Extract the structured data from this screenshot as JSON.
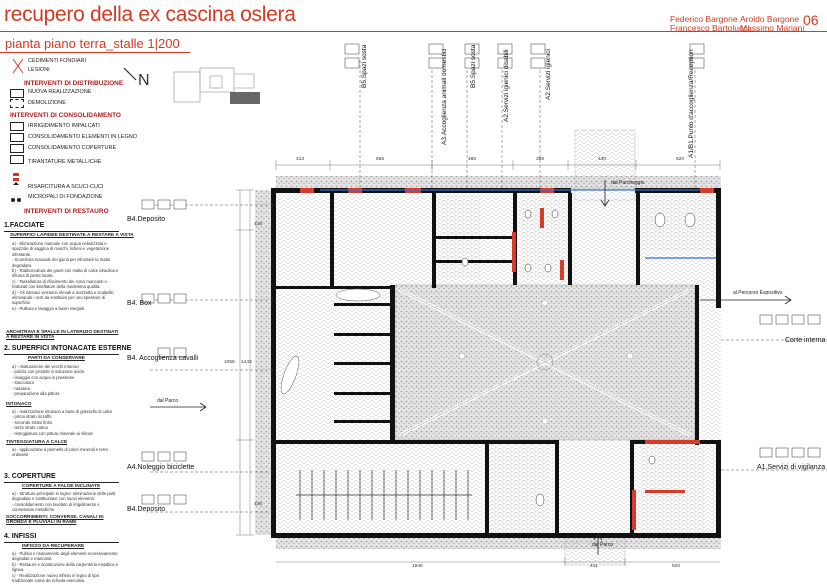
{
  "header": {
    "title": "recupero della ex cascina oslera",
    "subtitle": "pianta piano terra_stalle 1|200",
    "authors_left": [
      "Federico Bargone",
      "Francesco Bartolucci"
    ],
    "authors_right": [
      "Aroldo Bargone",
      "Massimo Mariani"
    ],
    "page_number": "06"
  },
  "legend": {
    "items_top": [
      "CEDIMENTI FONDIARI",
      "LESIONI"
    ],
    "distribuzione": {
      "heading": "INTERVENTI DI DISTRIBUZIONE",
      "items": [
        "NUOVA REALIZZAZIONE",
        "DEMOLIZIONE"
      ]
    },
    "consolidamento": {
      "heading": "INTERVENTI DI CONSOLIDAMENTO",
      "items": [
        "IRRIGIDIMENTO IMPALCATI",
        "CONSOLIDAMENTO ELEMENTI IN LEGNO",
        "CONSOLIDAMENTO COPERTURE",
        "TIRANTATURE METALLICHE",
        "RISARCITURA A SCUCI-CUCI",
        "MICROPALI DI FONDAZIONE"
      ]
    },
    "restauro_heading": "INTERVENTI DI RESTAURO"
  },
  "north_label": "N",
  "sections": [
    {
      "title": "1.FACCIATE",
      "subs": [
        "SUPERFICI LAPIDEE DESTINATE A RESTARE A VISTA",
        "ARCHITRAVI E SPALLE IN LATERIZIO DESTINATI A RESTARE IN VISTA"
      ],
      "text": [
        "a) - Eliminazione manuale con acqua nebulizzata e spazzole di saggina di muschi, licheni e vegetazione infestante.",
        "- Scarnitura manuale dei giunti per eliminare la malta degradata.",
        "b) - Rabboccatura dei giunti con malta di calce idraulica e rifiuma di pietra locale.",
        "c) - Tassellatura di rifacimento dei conci mancanti o fratturati con listellature della medesima qualità.",
        "d) - Gli intonaci verranno rilevati a mazzetta e scalpello eliminando i resti da sostituire per uno spessore di superficie.",
        "e) - Pulitura e lavaggio a lavori eseguiti"
      ]
    },
    {
      "title": "2. SUPERFICI INTONACATE ESTERNE",
      "subs": [
        "PARTI DA CONSERVARE",
        "INTONACO",
        "TINTEGGIATURA A CALCE"
      ],
      "text": [
        "a) - risaturazione dei vecchi intonaci",
        "- pulizia con prodotti in soluzione acida",
        "- lavaggio con acqua in pressione",
        "- stuccatura",
        "- rasatura",
        "- preparazione alla pittura",
        "a) - realizzazione intonaco a base di grassello di calce",
        "- primo strato rinzaffo",
        "- secondo strato finito",
        "- terzo strato cutina",
        "- tinteggiatura con pittura minerale ai silicati",
        "a) - applicazione a pennello di colori minerali e terre ordinarie"
      ]
    },
    {
      "title": "3. COPERTURE",
      "subs": [
        "COPERTURE A FALDE INCLINATE",
        "SOCCORRIMENTI: CONVERSE, CANALI DI GRONDA E PLUVIALI IN RAME"
      ],
      "text": [
        "a) - Struttura principale in legno: eliminazione delle parti degradate e sostituzione con nuovi elementi.",
        "- consolidamento con tavolato di irrigidimento e connessioni metalliche."
      ]
    },
    {
      "title": "4. INFISSI",
      "subs": [
        "INFISSO DA RECUPERARE"
      ],
      "text": [
        "a) - Pulizia e risanamento degli elementi eccessivamente degradati e mancanti.",
        "b) - Restauro e ricostruzione della carpenteria metallica e lignea.",
        "c) - Realizzazione nuovo infisso in legno di tipo tradizionale come da scheda esecutiva"
      ]
    }
  ],
  "plan": {
    "vertical_labels": [
      "B5.Spazi sosta",
      "A3.Accoglienza animali domestici",
      "B5.Spazi sosta",
      "A2.Servizi igienici disabili",
      "A2.Servizi igienici",
      "A1/B1.Punto d'accoglienza/Reception"
    ],
    "room_labels": [
      "B4.Deposito",
      "B4. Box",
      "B4. Accoglienza cavalli",
      "A4.Noleggio biciclette",
      "B4.Deposito",
      "Corte interna",
      "A1.Servizi di vigilanza"
    ],
    "arrows": [
      "dal Parcheggio",
      "al Percorso Espositivo",
      "dal Parco",
      "dal Parco"
    ],
    "dims_top": [
      "413",
      "655",
      "485",
      "358",
      "430",
      "620"
    ],
    "dims_left": [
      "419",
      "1056",
      "1443",
      "426"
    ],
    "dims_bottom": [
      "1946",
      "411",
      "620"
    ]
  }
}
